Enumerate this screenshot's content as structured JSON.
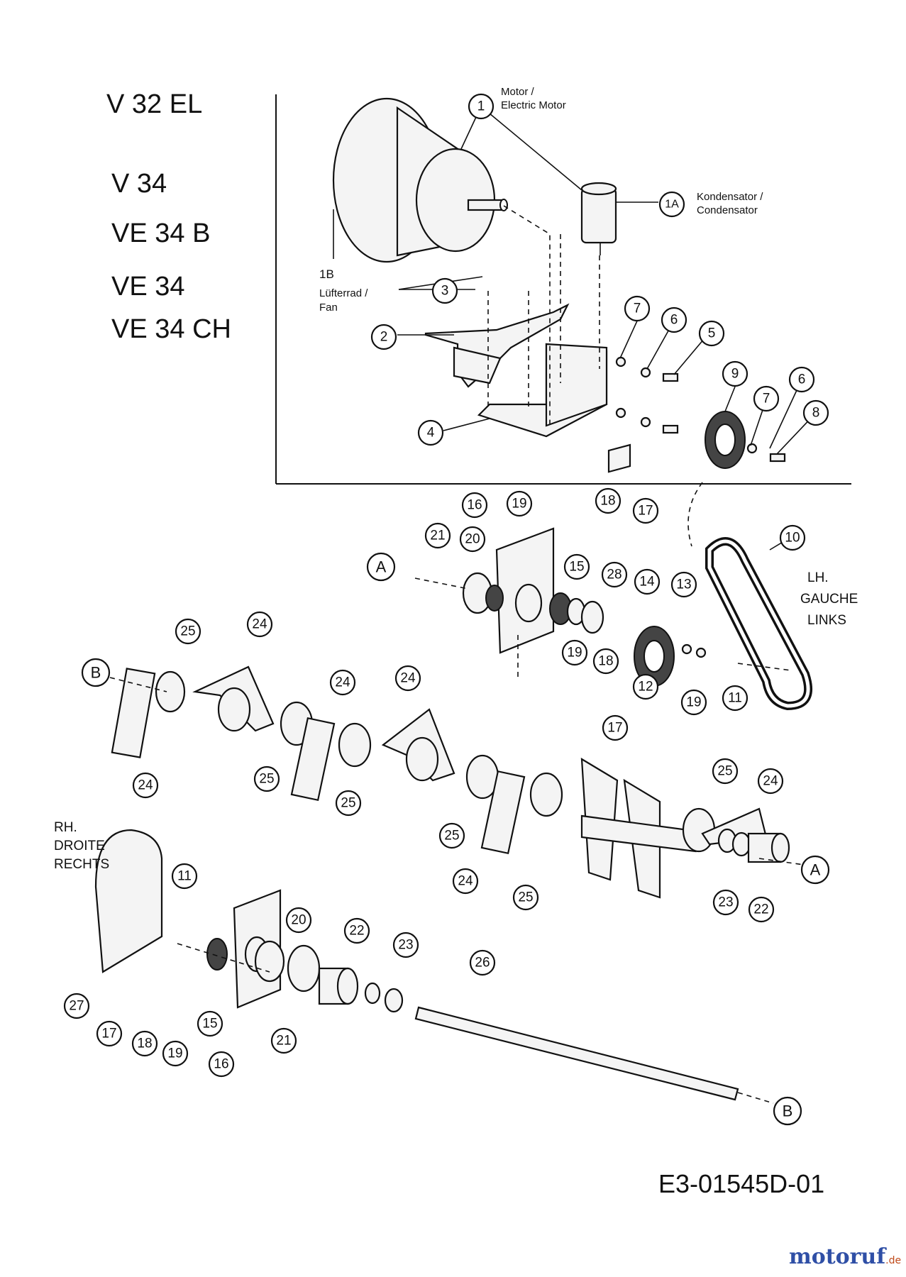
{
  "models": [
    "V 32 EL",
    "V 34",
    "VE 34 B",
    "VE 34",
    "VE 34 CH"
  ],
  "drawing_code": "E3-01545D-01",
  "brand": {
    "name": "motoruf",
    "tld": ".de"
  },
  "notes": {
    "motor": [
      "Motor /",
      "Electric Motor"
    ],
    "capacitor": [
      "Kondensator /",
      "Condensator"
    ],
    "fan": [
      "1B",
      "Lüfterrad /",
      "Fan"
    ]
  },
  "side_labels": {
    "left_hand": [
      "LH.",
      "GAUCHE",
      "LINKS"
    ],
    "right_hand": [
      "RH.",
      "DROITE",
      "RECHTS"
    ]
  },
  "callouts": {
    "c1": "1",
    "c1a": "1A",
    "c2": "2",
    "c3": "3",
    "c4": "4",
    "c5": "5",
    "c6a": "6",
    "c6b": "6",
    "c7a": "7",
    "c7b": "7",
    "c8": "8",
    "c9": "9",
    "c10": "10",
    "c11a": "11",
    "c11b": "11",
    "c12": "12",
    "c13": "13",
    "c14": "14",
    "c15a": "15",
    "c15b": "15",
    "c16a": "16",
    "c16b": "16",
    "c17a": "17",
    "c17b": "17",
    "c17c": "17",
    "c18a": "18",
    "c18b": "18",
    "c18c": "18",
    "c19a": "19",
    "c19b": "19",
    "c19c": "19",
    "c19d": "19",
    "c20a": "20",
    "c20b": "20",
    "c21a": "21",
    "c21b": "21",
    "c22a": "22",
    "c22b": "22",
    "c23a": "23",
    "c23b": "23",
    "c24a": "24",
    "c24b": "24",
    "c24c": "24",
    "c24d": "24",
    "c24e": "24",
    "c24f": "24",
    "c25a": "25",
    "c25b": "25",
    "c25c": "25",
    "c25d": "25",
    "c25e": "25",
    "c25f": "25",
    "c26": "26",
    "c27": "27",
    "c28": "28",
    "cA1": "A",
    "cA2": "A",
    "cB1": "B",
    "cB2": "B"
  }
}
